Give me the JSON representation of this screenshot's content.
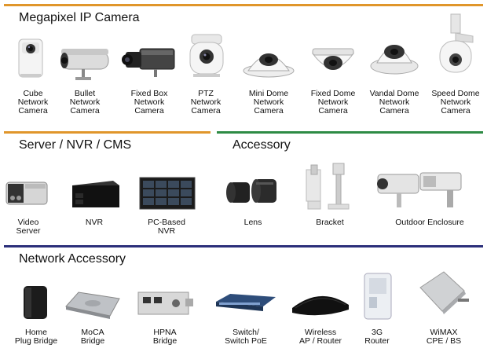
{
  "colors": {
    "orange_rule": "#e0962b",
    "green_rule": "#2e8b45",
    "navy_rule": "#2b2f7a"
  },
  "sections": {
    "cameras": {
      "title": "Megapixel IP Camera",
      "items": [
        {
          "label": "Cube\nNetwork\nCamera",
          "icon": "cube-camera-icon"
        },
        {
          "label": "Bullet\nNetwork\nCamera",
          "icon": "bullet-camera-icon"
        },
        {
          "label": "Fixed Box\nNetwork\nCamera",
          "icon": "box-camera-icon"
        },
        {
          "label": "PTZ\nNetwork\nCamera",
          "icon": "ptz-camera-icon"
        },
        {
          "label": "Mini Dome\nNetwork\nCamera",
          "icon": "mini-dome-camera-icon"
        },
        {
          "label": "Fixed Dome\nNetwork\nCamera",
          "icon": "fixed-dome-camera-icon"
        },
        {
          "label": "Vandal Dome\nNetwork\nCamera",
          "icon": "vandal-dome-camera-icon"
        },
        {
          "label": "Speed Dome\nNetwork\nCamera",
          "icon": "speed-dome-camera-icon"
        }
      ]
    },
    "server": {
      "title": "Server / NVR / CMS",
      "items": [
        {
          "label": "Video\nServer",
          "icon": "video-server-icon"
        },
        {
          "label": "NVR",
          "icon": "nvr-icon"
        },
        {
          "label": "PC-Based\nNVR",
          "icon": "pc-nvr-icon"
        }
      ]
    },
    "accessory": {
      "title": "Accessory",
      "items": [
        {
          "label": "Lens",
          "icon": "lens-icon"
        },
        {
          "label": "Bracket",
          "icon": "bracket-icon"
        },
        {
          "label": "Outdoor Enclosure",
          "icon": "outdoor-enclosure-icon"
        }
      ]
    },
    "network": {
      "title": "Network Accessory",
      "items": [
        {
          "label": "Home\nPlug Bridge",
          "icon": "plug-bridge-icon"
        },
        {
          "label": "MoCA\nBridge",
          "icon": "moca-bridge-icon"
        },
        {
          "label": "HPNA\nBridge",
          "icon": "hpna-bridge-icon"
        },
        {
          "label": "Switch/\nSwitch PoE",
          "icon": "switch-icon"
        },
        {
          "label": "Wireless\nAP / Router",
          "icon": "wireless-router-icon"
        },
        {
          "label": "3G\nRouter",
          "icon": "3g-router-icon"
        },
        {
          "label": "WiMAX\nCPE / BS",
          "icon": "wimax-cpe-icon"
        }
      ]
    }
  }
}
